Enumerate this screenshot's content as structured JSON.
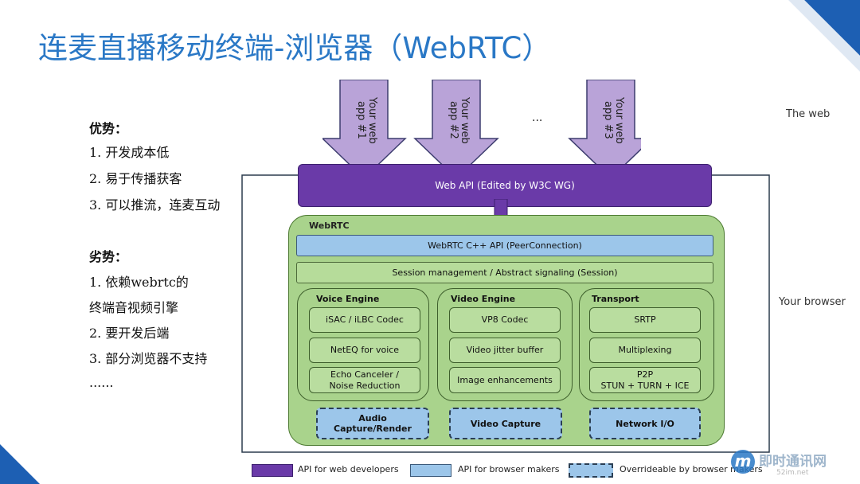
{
  "title": "连麦直播移动终端-浏览器（WebRTC）",
  "advantages": {
    "heading": "优势：",
    "items": [
      "1. 开发成本低",
      "2. 易于传播获客",
      "3. 可以推流，连麦互动"
    ]
  },
  "disadvantages": {
    "heading": "劣势：",
    "lines": [
      "1. 依赖webrtc的",
      "终端音视频引擎",
      "2. 要开发后端",
      "3. 部分浏览器不支持",
      "......"
    ]
  },
  "diagram": {
    "apps": [
      {
        "line1": "Your web",
        "line2": "app #1"
      },
      {
        "line1": "Your web",
        "line2": "app #2"
      },
      {
        "line1": "Your web",
        "line2": "app #3"
      }
    ],
    "ellipsis": "...",
    "the_web_label": "The web",
    "your_browser_label": "Your browser",
    "web_api": "Web API (Edited by W3C WG)",
    "webrtc_label": "WebRTC",
    "cpp_api": "WebRTC C++ API (PeerConnection)",
    "session": "Session management / Abstract signaling (Session)",
    "voice": {
      "title": "Voice Engine",
      "items": [
        "iSAC / iLBC Codec",
        "NetEQ for voice",
        "Echo Canceler /",
        "Noise Reduction"
      ],
      "capture_line1": "Audio",
      "capture_line2": "Capture/Render"
    },
    "video": {
      "title": "Video Engine",
      "items": [
        "VP8 Codec",
        "Video jitter buffer",
        "Image enhancements"
      ],
      "capture": "Video Capture"
    },
    "transport": {
      "title": "Transport",
      "items": [
        "SRTP",
        "Multiplexing",
        "P2P",
        "STUN + TURN + ICE"
      ],
      "capture": "Network I/O"
    },
    "legend": [
      {
        "label": "API for web developers",
        "color": "#6a3aa8"
      },
      {
        "label": "API for browser makers",
        "color": "#9cc6ea"
      },
      {
        "label": "Overrideable by browser makers",
        "color": "#9cc6ea"
      }
    ]
  },
  "watermark": {
    "text": "即时通讯网",
    "url": "52im.net"
  },
  "colors": {
    "title": "#2a78c6",
    "purple": "#6a3aa8",
    "green": "#a9d38c",
    "blue": "#9cc6ea",
    "arrow": "#b9a3d8"
  }
}
